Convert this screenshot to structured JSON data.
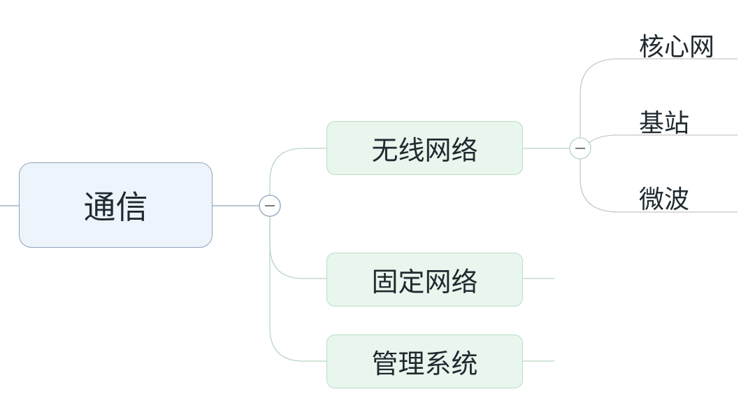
{
  "root": {
    "label": "通信"
  },
  "branches": [
    {
      "label": "无线网络",
      "children": [
        "核心网",
        "基站",
        "微波"
      ]
    },
    {
      "label": "固定网络"
    },
    {
      "label": "管理系统"
    }
  ],
  "colors": {
    "root_fill": "#eef4fb",
    "root_border": "#8ea3bd",
    "branch_fill": "#e9f6ed",
    "branch_border": "#b9dcc4",
    "line": "#b8d6c2"
  }
}
